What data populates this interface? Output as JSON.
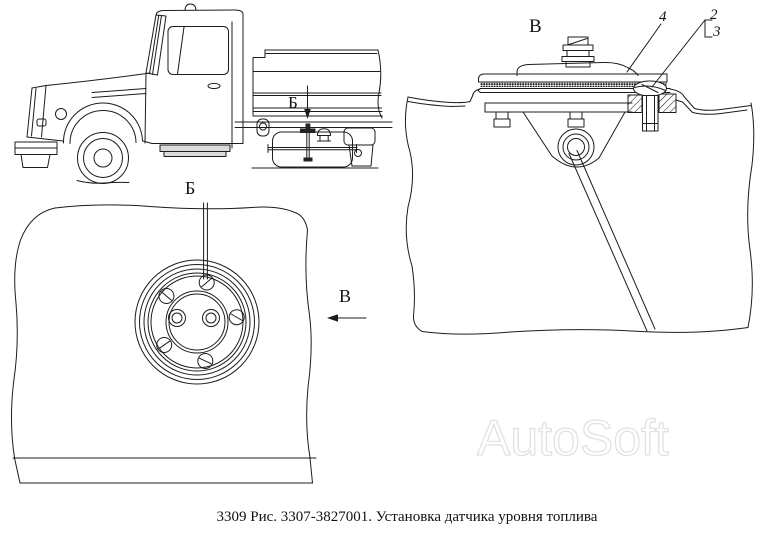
{
  "figure": {
    "caption": "3309 Рис. 3307-3827001. Установка датчика уровня топлива",
    "watermark": "AutoSoft"
  },
  "views": {
    "truck": {
      "section_arrow_label": "Б"
    },
    "detail_b": {
      "title": "Б",
      "section_arrow_label": "В"
    },
    "detail_v": {
      "title": "В",
      "callouts": [
        {
          "num": "4"
        },
        {
          "num": "2"
        },
        {
          "num": "3"
        }
      ]
    }
  },
  "colors": {
    "line": "#1c1c1c",
    "background": "#ffffff",
    "watermark_outline": "#e2e2e2",
    "caption_text": "#111111"
  }
}
